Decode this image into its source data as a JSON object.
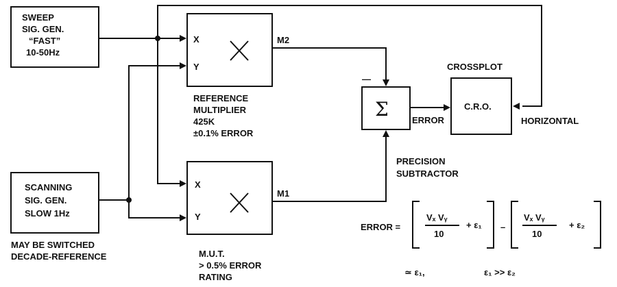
{
  "blocks": {
    "sweep": {
      "line1": "SWEEP",
      "line2": "SIG. GEN.",
      "line3": "“FAST”",
      "line4": "10-50Hz"
    },
    "scanning": {
      "line1": "SCANNING",
      "line2": "SIG. GEN.",
      "line3": "SLOW 1Hz"
    },
    "reference_multiplier": {
      "x_input": "X",
      "y_input": "Y",
      "output_label": "M2",
      "caption": [
        "REFERENCE",
        "MULTIPLIER",
        "425K",
        "±0.1% ERROR"
      ]
    },
    "mut_multiplier": {
      "x_input": "X",
      "y_input": "Y",
      "output_label": "M1",
      "caption": [
        "M.U.T.",
        "> 0.5% ERROR",
        "RATING"
      ]
    },
    "subtractor": {
      "symbol": "Σ",
      "minus_sign": "—",
      "caption": [
        "PRECISION",
        "SUBTRACTOR"
      ],
      "output_label": "ERROR"
    },
    "cro": {
      "title": "CROSSPLOT",
      "label": "C.R.O.",
      "horizontal_label": "HORIZONTAL"
    }
  },
  "notes": [
    "MAY BE SWITCHED",
    "DECADE-REFERENCE"
  ],
  "equation": {
    "lhs": "ERROR =",
    "term1_num": "Vₓ  Vᵧ",
    "term1_den": "10",
    "eps1": "+ ε₁",
    "minus": "–",
    "term2_num": "Vₓ  Vᵧ",
    "term2_den": "10",
    "eps2": "+ ε₂",
    "approx": "≃ ε₁,",
    "condition": "ε₁ >> ε₂"
  }
}
